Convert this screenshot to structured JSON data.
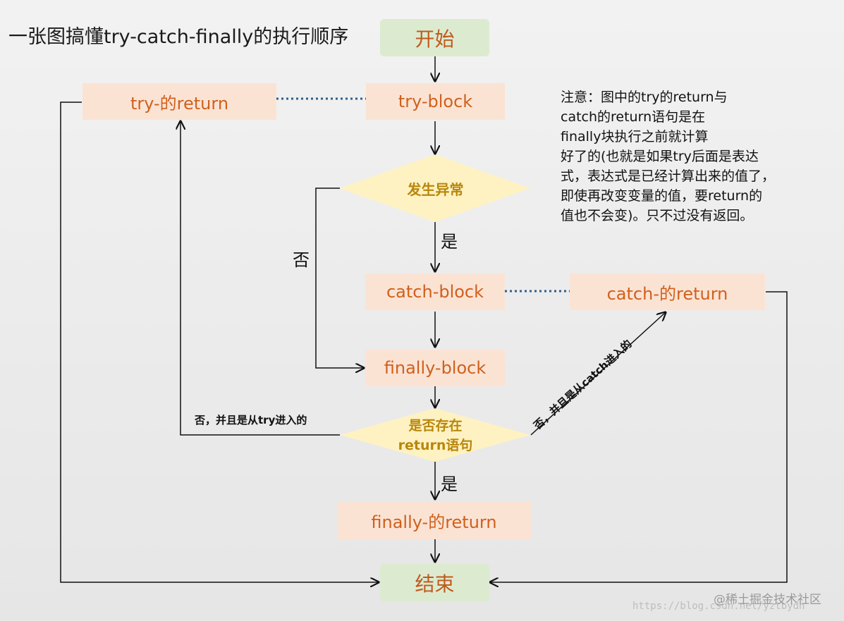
{
  "title": "一张图搞懂try-catch-finally的执行顺序",
  "nodes": {
    "start": "开始",
    "try_block": "try-block",
    "try_return": "try-的return",
    "exception_q": "发生异常",
    "catch_block": "catch-block",
    "catch_return": "catch-的return",
    "finally_block": "finally-block",
    "return_q_line1": "是否存在",
    "return_q_line2": "return语句",
    "finally_return": "finally-的return",
    "end": "结束"
  },
  "labels": {
    "exception_yes": "是",
    "exception_no": "否",
    "return_yes": "是",
    "from_try": "否，并且是从try进入的",
    "from_catch": "否，并且是从catch进入的"
  },
  "note": {
    "lines": [
      "注意：图中的try的return与",
      "catch的return语句是在",
      "finally块执行之前就计算",
      "好了的(也就是如果try后面是表达",
      "式，表达式是已经计算出来的值了，",
      "即使再改变变量的值，要return的",
      "值也不会变)。只不过没有返回。"
    ]
  },
  "watermark": {
    "site": "@稀土掘金技术社区",
    "url": "https://blog.csdn.net/yztbydh"
  },
  "colors": {
    "node_fill": "#fbe3d4",
    "terminal_fill": "#dcebd0",
    "decision_fill": "#fff2c2",
    "node_text": "#d0601c",
    "decision_text": "#b8860b",
    "dotted_link": "#2e5f8a",
    "arrow": "#111111"
  }
}
